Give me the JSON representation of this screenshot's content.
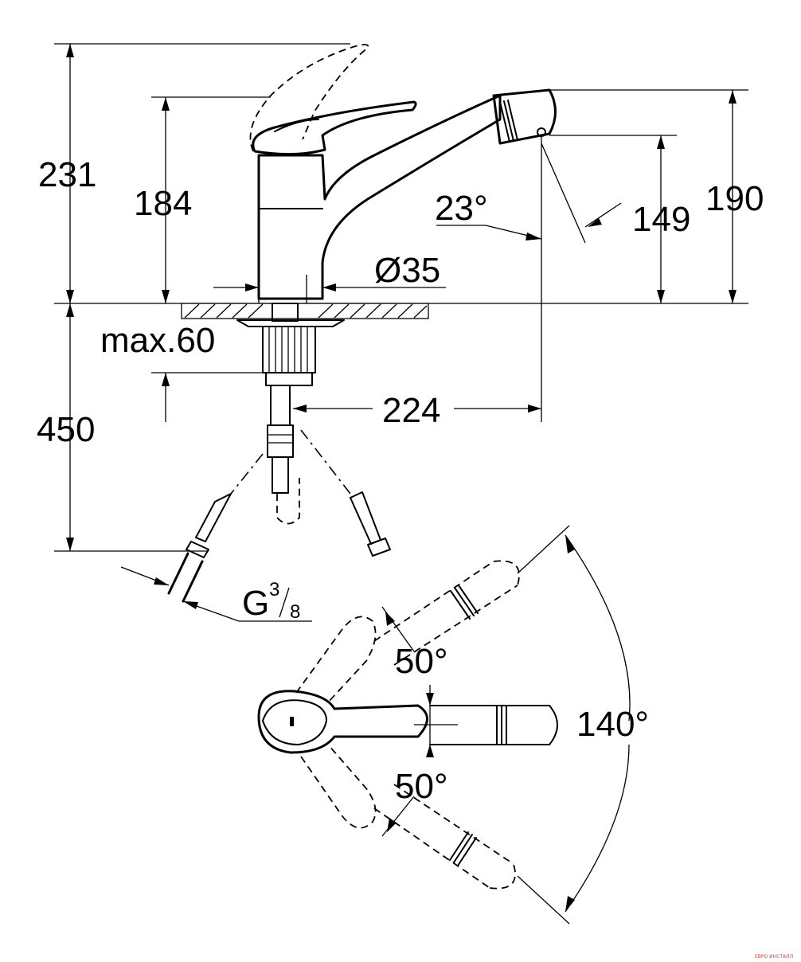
{
  "diagram": {
    "dimensions": {
      "total_height": "231",
      "lever_height": "184",
      "spout_height": "190",
      "outlet_height": "149",
      "spout_angle": "23°",
      "hole_diameter": "Ø35",
      "max_thickness": "max.60",
      "hose_length": "450",
      "spout_reach": "224",
      "thread_base": "G",
      "thread_num": "3",
      "thread_den": "8",
      "lever_left_angle": "50°",
      "lever_right_angle": "50°",
      "swivel_angle": "140°"
    },
    "watermark": "ЕВРО ИНСТАЛЛ"
  }
}
